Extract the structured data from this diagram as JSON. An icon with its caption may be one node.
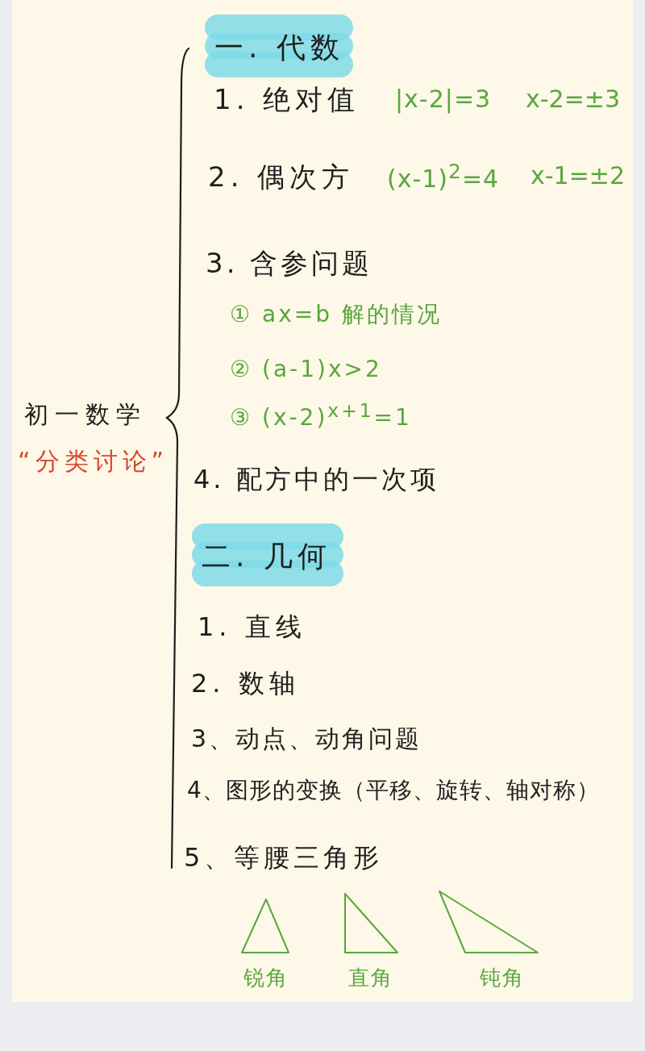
{
  "diagram": {
    "nodes": [
      {
        "text": [
          "一. 代数"
        ]
      },
      {
        "text": [
          "二. 几何"
        ]
      }
    ],
    "labels": [
      "初一数学",
      "“分类讨论”",
      "1. 绝对值",
      "|x-2|=3",
      "x-2=±3",
      "2. 偶次方",
      "(x-1)$^{2}$=4",
      "x-1=±2",
      "3. 含参问题",
      "① ax=b 解的情况",
      "② (a-1)x>2",
      "③ (x-2)$^{x+1}$=1",
      "4. 配方中的一次项",
      "1. 直线",
      "2. 数轴",
      "3、动点、动角问题",
      "4、图形的变换（平移、旋转、轴对称）",
      "5、等腰三角形",
      "锐角",
      "直角",
      "钝角"
    ]
  }
}
